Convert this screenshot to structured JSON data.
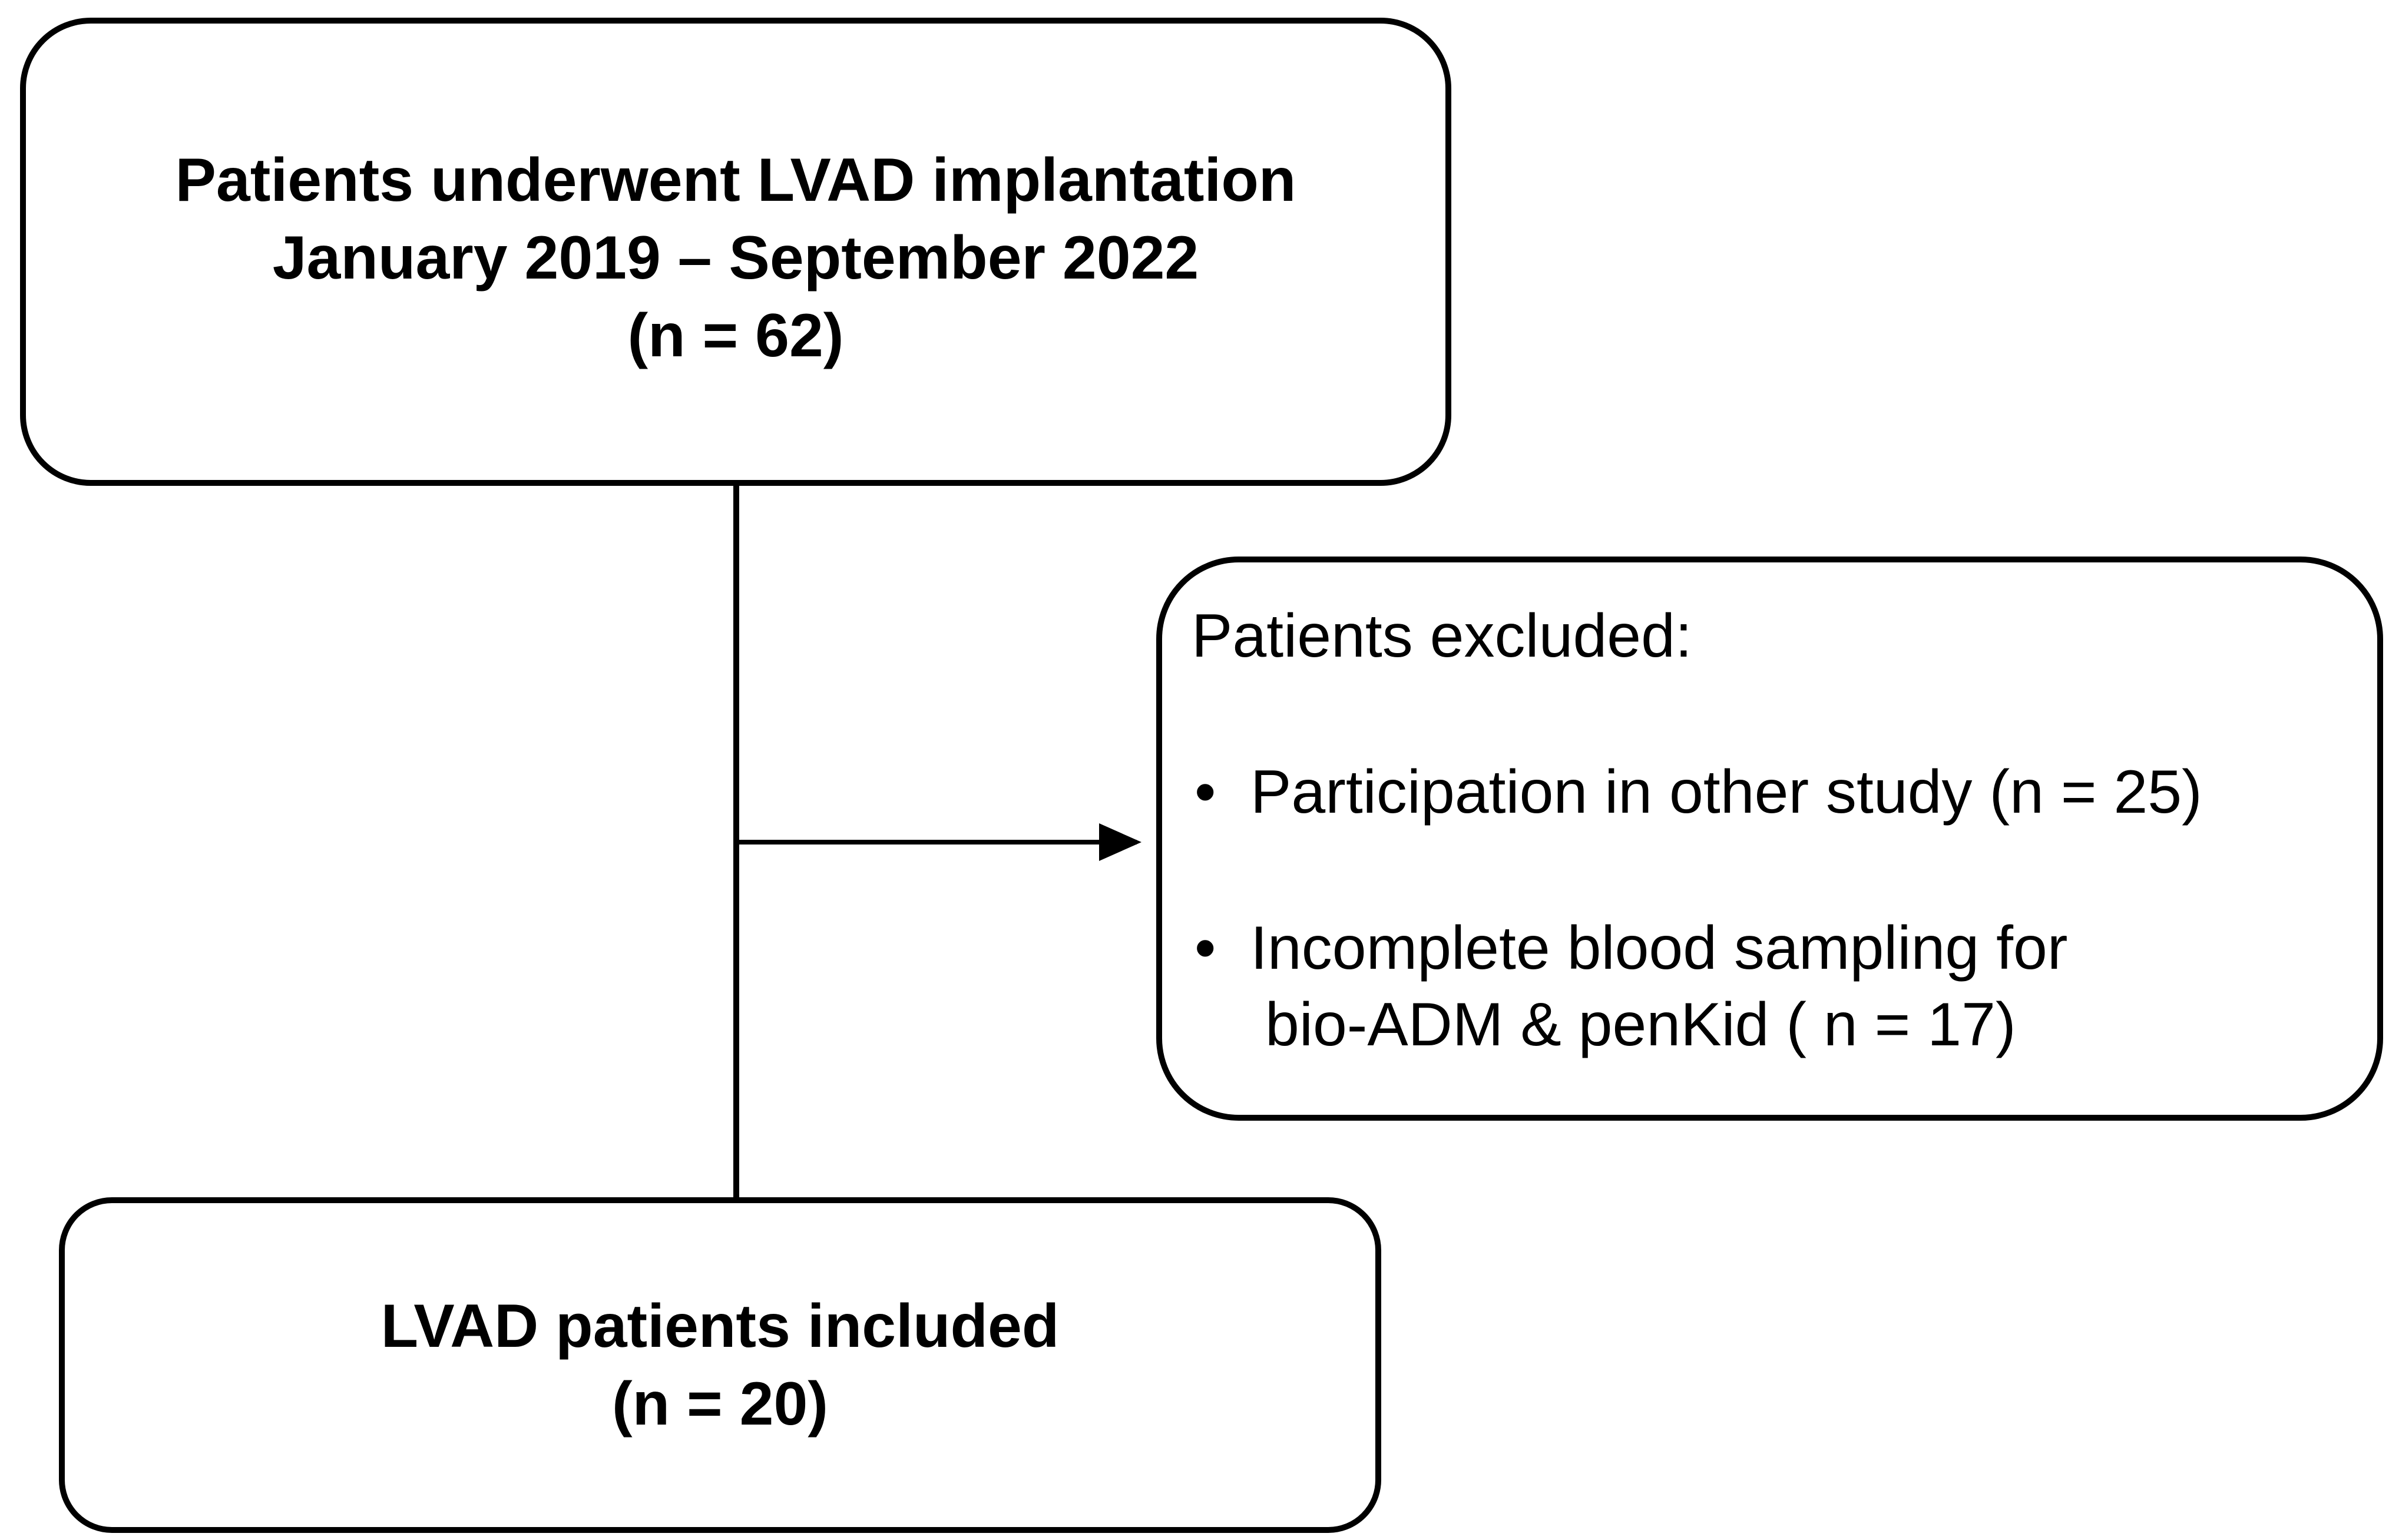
{
  "flowchart": {
    "top_box": {
      "line1": "Patients underwent LVAD implantation",
      "line2": "January 2019 – September 2022",
      "line3": "(n = 62)"
    },
    "excluded_box": {
      "heading": "Patients excluded:",
      "bullet_symbol": "•",
      "item1": "Participation in other study (n = 25)",
      "item2_line1": "Incomplete blood sampling for",
      "item2_line2": "bio-ADM & penKid ( n = 17)"
    },
    "bottom_box": {
      "line1": "LVAD patients included",
      "line2": "(n = 20)"
    },
    "colors": {
      "stroke": "#000000",
      "background": "#ffffff"
    }
  }
}
